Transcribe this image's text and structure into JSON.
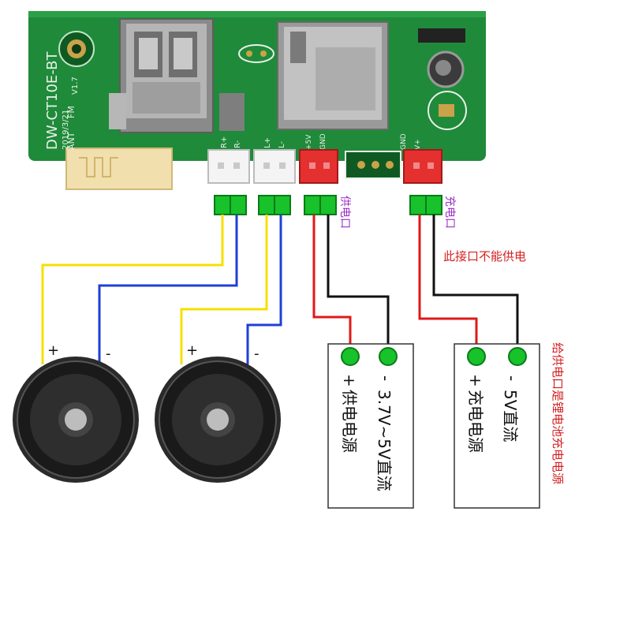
{
  "board": {
    "model": "DW-CT10E-BT",
    "date": "2019/3/21",
    "version": "V1.7",
    "fm": "FM",
    "ant": "ANT",
    "pins": {
      "r_plus": "R+",
      "r_minus": "R-",
      "l_plus": "L+",
      "l_minus": "L-",
      "in_plus": "+5V",
      "gnd1": "GND",
      "gnd2": "GND",
      "v_plus": "V+"
    }
  },
  "labels": {
    "power_port": "供电口",
    "charge_port": "充电口",
    "no_power_note": "此接口不能供电",
    "side_note": "给供电口是锂电池充电电源"
  },
  "speakers": [
    {
      "plus": "+",
      "minus": "-"
    },
    {
      "plus": "+",
      "minus": "-"
    }
  ],
  "supply_box": {
    "minus": "-",
    "voltage": "3.7V~5V直流",
    "plus": "+",
    "name": "供电电源"
  },
  "charge_box": {
    "minus": "-",
    "voltage": "5V直流",
    "plus": "+",
    "name": "充电电源"
  },
  "colors": {
    "pcb": "#1f8a3a",
    "connector_green": "#17c22a",
    "wire_yellow": "#f5e000",
    "wire_blue": "#1f3fd6",
    "wire_red": "#e01818",
    "wire_black": "#111111",
    "label_purple": "#9b2fc4",
    "label_red": "#d42020"
  }
}
